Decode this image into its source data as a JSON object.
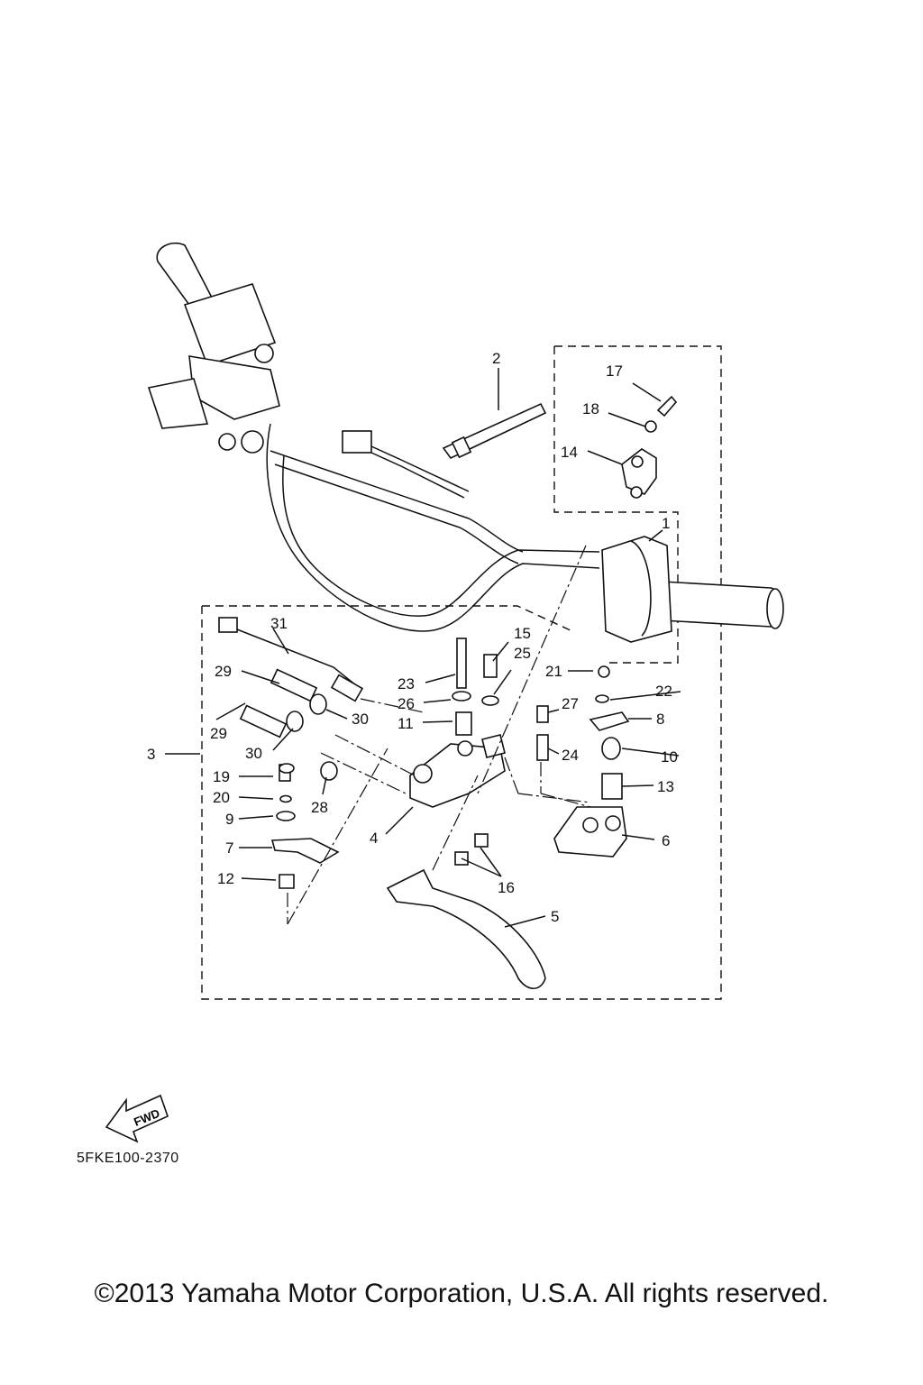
{
  "diagram_code": "5FKE100-2370",
  "fwd_label": "FWD",
  "copyright": "©2013 Yamaha Motor Corporation, U.S.A. All rights reserved.",
  "callouts": [
    "1",
    "2",
    "3",
    "4",
    "5",
    "6",
    "7",
    "8",
    "9",
    "10",
    "11",
    "12",
    "13",
    "14",
    "15",
    "16",
    "17",
    "18",
    "19",
    "20",
    "21",
    "22",
    "23",
    "24",
    "25",
    "26",
    "27",
    "28",
    "29",
    "29",
    "30",
    "30",
    "31"
  ]
}
